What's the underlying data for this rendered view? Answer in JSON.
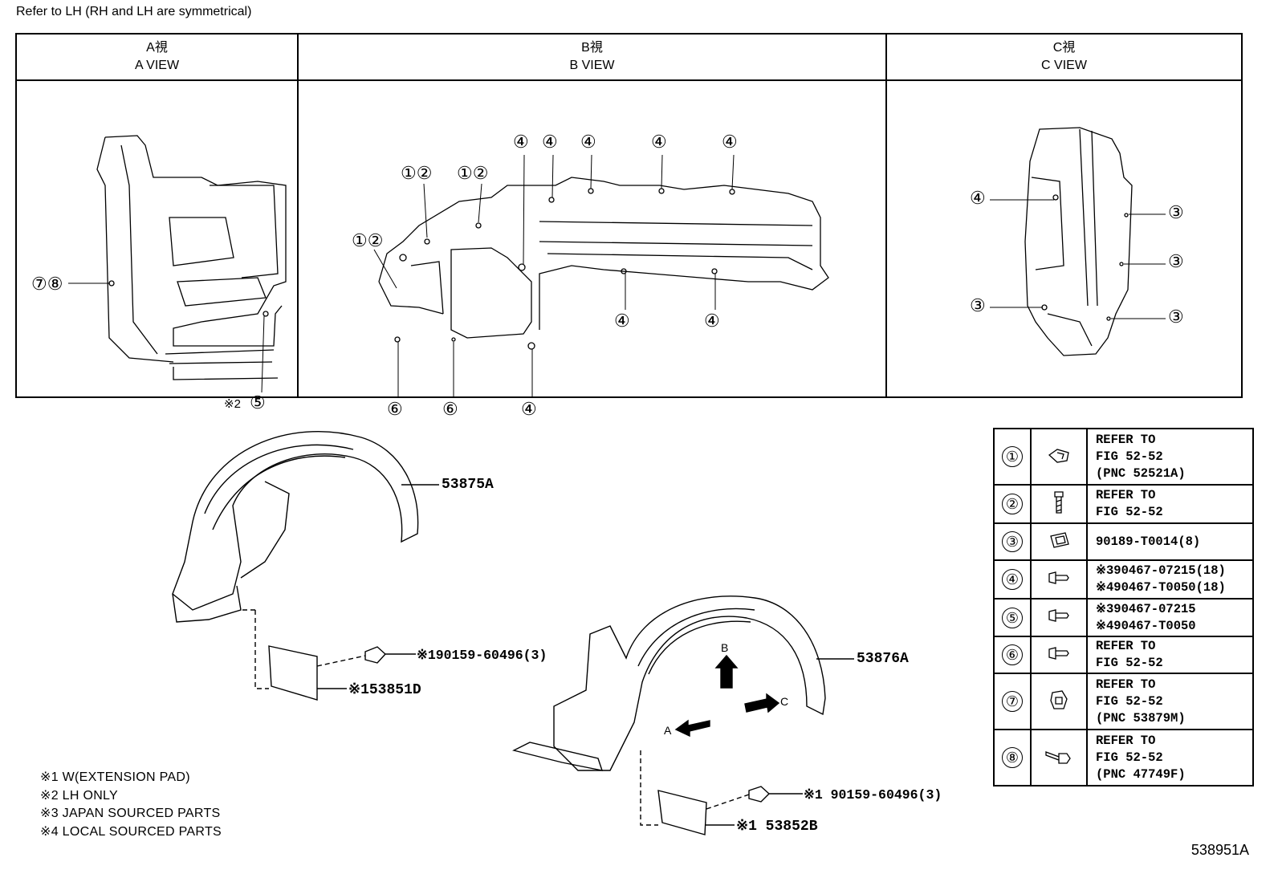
{
  "header_note": "Refer to LH (RH and LH are symmetrical)",
  "views": [
    {
      "jp": "A視",
      "en": "A VIEW"
    },
    {
      "jp": "B視",
      "en": "B VIEW"
    },
    {
      "jp": "C視",
      "en": "C VIEW"
    }
  ],
  "view_a_callouts": {
    "c78": "⑦⑧",
    "c5_prefix": "※2",
    "c5": "⑤"
  },
  "view_b_callouts": {
    "c12": "①②",
    "c4": "④",
    "c6": "⑥"
  },
  "view_c_callouts": {
    "c4": "④",
    "c3": "③"
  },
  "parts": {
    "liner_front": "53875A",
    "liner_rear": "53876A",
    "pad_1": "※153851D",
    "pad_2": "※1 53852B",
    "screw_1": "※190159-60496(3)",
    "screw_2": "※1 90159-60496(3)"
  },
  "arrows": {
    "a": "A",
    "b": "B",
    "c": "C"
  },
  "parts_table": [
    {
      "num": "①",
      "icon": "clip-nut-icon",
      "desc": "REFER TO\nFIG 52-52\n(PNC 52521A)"
    },
    {
      "num": "②",
      "icon": "screw-icon",
      "desc": "REFER TO\nFIG 52-52"
    },
    {
      "num": "③",
      "icon": "grommet-icon",
      "desc": "90189-T0014(8)"
    },
    {
      "num": "④",
      "icon": "clip-icon",
      "desc": "※390467-07215(18)\n※490467-T0050(18)"
    },
    {
      "num": "⑤",
      "icon": "clip-icon",
      "desc": "※390467-07215\n※490467-T0050"
    },
    {
      "num": "⑥",
      "icon": "clip-icon",
      "desc": "REFER TO\nFIG 52-52"
    },
    {
      "num": "⑦",
      "icon": "nut-clip-icon",
      "desc": "REFER TO\nFIG 52-52\n(PNC 53879M)"
    },
    {
      "num": "⑧",
      "icon": "bolt-icon",
      "desc": "REFER TO\nFIG 52-52\n(PNC 47749F)"
    }
  ],
  "notes": [
    "※1 W(EXTENSION PAD)",
    "※2 LH ONLY",
    "※3 JAPAN SOURCED PARTS",
    "※4 LOCAL SOURCED PARTS"
  ],
  "figure_id": "538951A"
}
